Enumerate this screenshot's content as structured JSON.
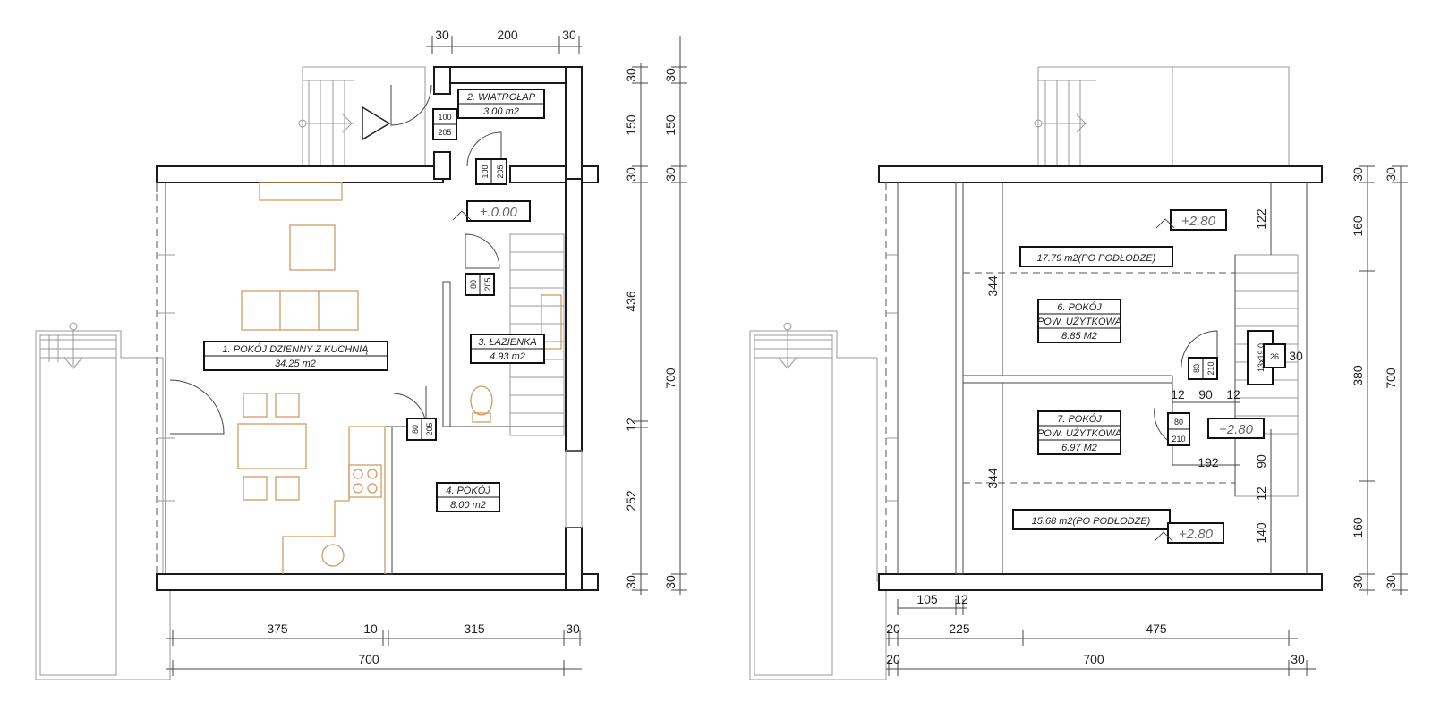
{
  "ground_floor": {
    "rooms": [
      {
        "id": "vestibule",
        "name": "2. WIATROŁAP",
        "area": "3.00 m2"
      },
      {
        "id": "living",
        "name": "1. POKÓJ DZIENNY Z KUCHNIĄ",
        "area": "34.25 m2"
      },
      {
        "id": "bathroom",
        "name": "3. ŁAZIENKA",
        "area": "4.93 m2"
      },
      {
        "id": "room4",
        "name": "4. POKÓJ",
        "area": "8.00 m2"
      }
    ],
    "level": "±.0.00",
    "doors": [
      {
        "id": "entrance",
        "w": "100",
        "h": "205"
      },
      {
        "id": "vestibule",
        "w": "100",
        "h": "205"
      },
      {
        "id": "bathroom",
        "w": "80",
        "h": "205"
      },
      {
        "id": "room4",
        "w": "80",
        "h": "205"
      }
    ],
    "dims_top": [
      "30",
      "200",
      "30"
    ],
    "dims_right_inner": [
      "30",
      "150",
      "30",
      "436",
      "12",
      "252",
      "30"
    ],
    "dims_right_outer": [
      "30",
      "150",
      "30",
      "700",
      "30"
    ],
    "dims_bottom_1": [
      "375",
      "10",
      "315",
      "30"
    ],
    "dims_bottom_2": "700"
  },
  "first_floor": {
    "rooms": [
      {
        "id": "room6",
        "name": "6. POKÓJ",
        "use": "POW. UŻYTKOWA",
        "area": "8.85 M2"
      },
      {
        "id": "room7",
        "name": "7. POKÓJ",
        "use": "POW. UŻYTKOWA",
        "area": "6.97 M2"
      }
    ],
    "floor_area_top": "17.79 m2(PO PODŁODZE)",
    "floor_area_bottom": "15.68 m2(PO PODŁODZE)",
    "levels": [
      "+2.80",
      "+2.80",
      "+2.80"
    ],
    "doors": [
      {
        "id": "room6",
        "w": "80",
        "h": "210"
      },
      {
        "id": "room7",
        "w": "80",
        "h": "210"
      }
    ],
    "stair_label": "13x19.0",
    "stair_label_2": "26",
    "dims_inner": {
      "d122": "122",
      "d344a": "344",
      "d344b": "344",
      "d12a": "12",
      "d90": "90",
      "d12b": "12",
      "d30": "30",
      "d192": "192",
      "d90b": "90",
      "d12c": "12",
      "d140": "140"
    },
    "dims_right_inner": [
      "30",
      "160",
      "380",
      "160",
      "30"
    ],
    "dims_right_outer": [
      "30",
      "700",
      "30"
    ],
    "dims_bottom_0": [
      "105",
      "12"
    ],
    "dims_bottom_1": [
      "20",
      "225",
      "475"
    ],
    "dims_bottom_2": [
      "20",
      "700",
      "30"
    ]
  }
}
